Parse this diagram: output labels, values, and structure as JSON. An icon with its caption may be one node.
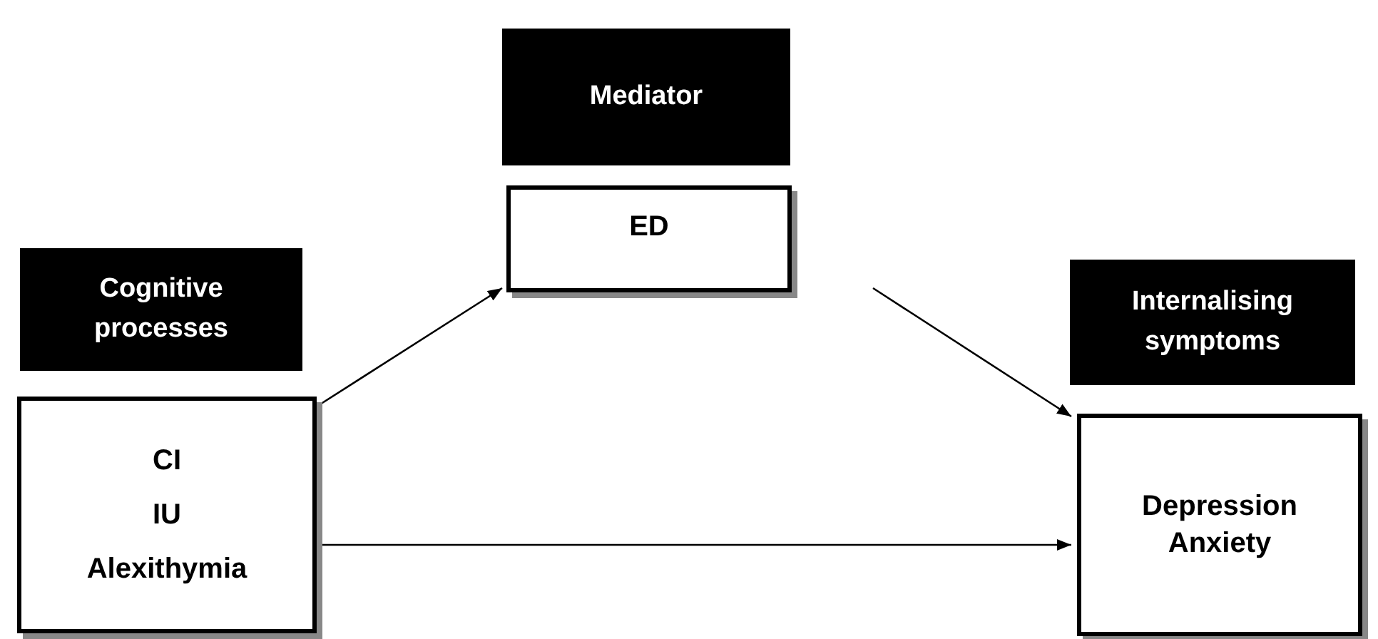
{
  "diagram": {
    "nodes": [
      {
        "text": [
          "Mediator"
        ]
      },
      {
        "text": [
          "ED"
        ]
      },
      {
        "text": [
          "Cognitive processes"
        ]
      },
      {
        "text": [
          "CI",
          "IU",
          "Alexithymia"
        ]
      },
      {
        "text": [
          "Internalising symptoms"
        ]
      },
      {
        "text": [
          "Depression",
          "Anxiety"
        ]
      }
    ],
    "edges": [
      {
        "from": 3,
        "to": 1,
        "arrow": "to"
      },
      {
        "from": 1,
        "to": 5,
        "arrow": "to"
      },
      {
        "from": 3,
        "to": 5,
        "arrow": "to"
      }
    ]
  }
}
